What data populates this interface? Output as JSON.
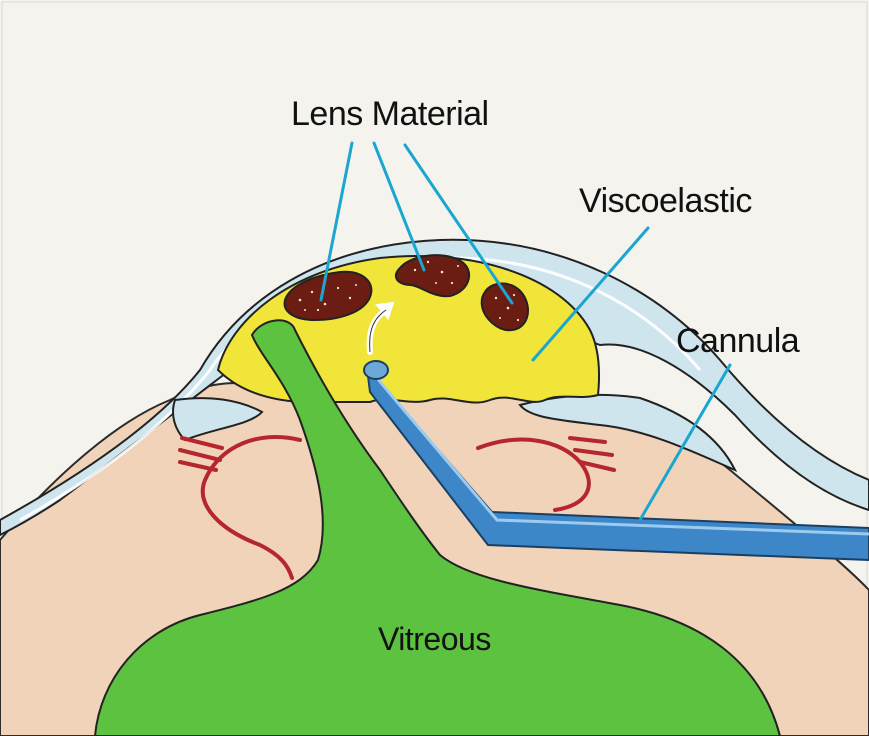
{
  "labels": {
    "lens_material": "Lens Material",
    "viscoelastic": "Viscoelastic",
    "cannula": "Cannula",
    "vitreous": "Vitreous"
  },
  "colors": {
    "background": "#f4f3ee",
    "cornea": "#cfe5ee",
    "viscoelastic": "#f1e53a",
    "lens_material": "#6b1d14",
    "vitreous": "#5cc23f",
    "cannula": "#3d86c7",
    "iris_tissue": "#f0d3b9",
    "leader_lines": "#1aa6d0",
    "iris_vessels": "#b5262e"
  }
}
